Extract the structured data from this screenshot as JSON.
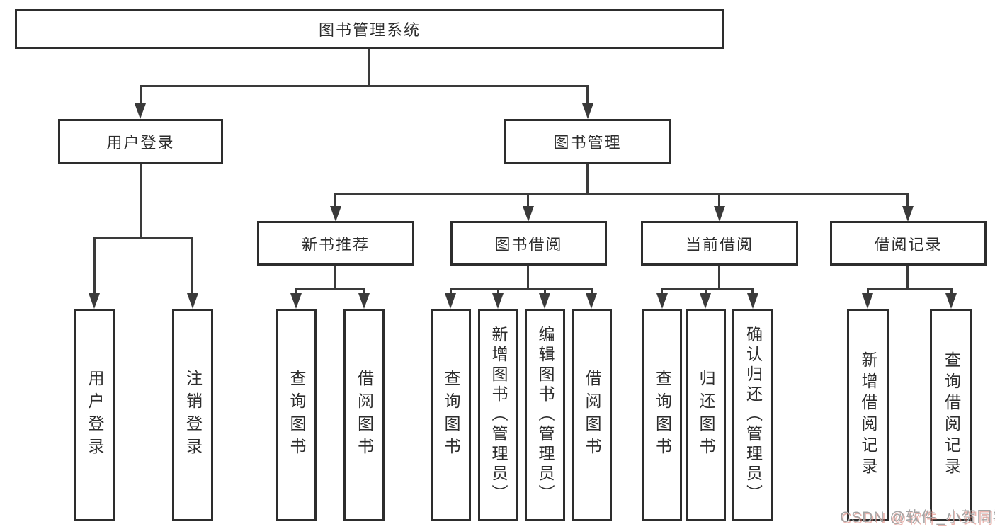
{
  "nodes": {
    "root": "图书管理系统",
    "user_login_branch": "用户登录",
    "book_mgmt_branch": "图书管理",
    "new_book_rec": "新书推荐",
    "book_borrow": "图书借阅",
    "current_borrow": "当前借阅",
    "borrow_record": "借阅记录",
    "leaf_user_login": "用户登录",
    "leaf_logout": "注销登录",
    "leaf_query_book_rec": "查询图书",
    "leaf_borrow_book_rec": "借阅图书",
    "leaf_query_book_borrow": "查询图书",
    "leaf_add_book_admin": "新增图书（管理员）",
    "leaf_edit_book_admin": "编辑图书（管理员）",
    "leaf_borrow_book_borrow": "借阅图书",
    "leaf_query_book_current": "查询图书",
    "leaf_return_book": "归还图书",
    "leaf_confirm_return_admin": "确认归还（管理员）",
    "leaf_add_borrow_record": "新增借阅记录",
    "leaf_query_borrow_record": "查询借阅记录"
  },
  "hierarchy": {
    "图书管理系统": {
      "用户登录": [
        "用户登录",
        "注销登录"
      ],
      "图书管理": {
        "新书推荐": [
          "查询图书",
          "借阅图书"
        ],
        "图书借阅": [
          "查询图书",
          "新增图书（管理员）",
          "编辑图书（管理员）",
          "借阅图书"
        ],
        "当前借阅": [
          "查询图书",
          "归还图书",
          "确认归还（管理员）"
        ],
        "借阅记录": [
          "新增借阅记录",
          "查询借阅记录"
        ]
      }
    }
  },
  "watermark": "CSDN @软件_小贺同学",
  "colors": {
    "line": "#3a3a3a",
    "box_border": "#2d2d2d",
    "text": "#2d2d2d",
    "background": "#ffffff",
    "watermark_text": "#a3a3a3",
    "watermark_shadow": "#d97870"
  }
}
